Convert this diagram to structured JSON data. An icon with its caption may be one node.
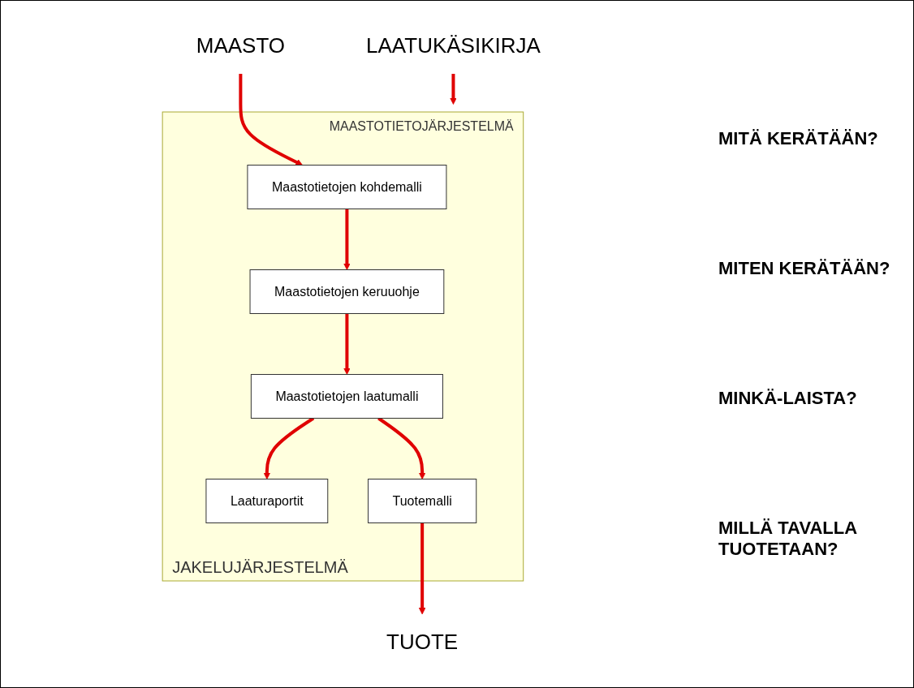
{
  "diagram": {
    "nodes": [
      {
        "text": [
          "MAASTO"
        ]
      },
      {
        "text": [
          "MAASTOTIETOJÄRJESTELMÄ",
          "JAKELUJÄRJESTELMÄ"
        ]
      },
      {
        "text": [
          "Maastotietojen kohdemalli"
        ],
        "in": 1
      },
      {
        "text": [
          "Maastotietojen keruuohje"
        ],
        "in": 1
      },
      {
        "text": [
          "Maastotietojen laatumalli"
        ],
        "in": 1
      },
      {
        "text": [
          "Laaturaportit"
        ],
        "in": 1
      },
      {
        "text": [
          "Tuotemalli"
        ],
        "in": 1
      },
      {
        "text": [
          "LAATUKÄSIKIRJA"
        ]
      },
      {
        "text": [
          "TUOTE"
        ]
      }
    ],
    "edges": [
      {
        "from": 0,
        "to": 2,
        "arrow": "to"
      },
      {
        "from": 2,
        "to": 3,
        "arrow": "to"
      },
      {
        "from": 3,
        "to": 4,
        "arrow": "to"
      },
      {
        "from": 4,
        "to": 5,
        "arrow": "to"
      },
      {
        "from": 4,
        "to": 6,
        "arrow": "to"
      },
      {
        "from": 7,
        "to": 1,
        "arrow": "to"
      },
      {
        "from": 6,
        "to": 8,
        "arrow": "to"
      }
    ],
    "labels": [
      "MITÄ KERÄTÄÄN?",
      "MITEN KERÄTÄÄN?",
      "MINKÄ-LAISTA?",
      "MILLÄ TAVALLA TUOTETAAN?"
    ]
  }
}
